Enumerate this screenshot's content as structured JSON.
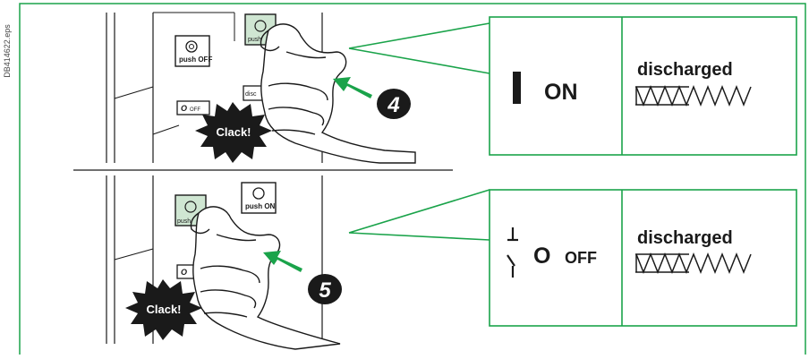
{
  "figure_ref": "DB414622.eps",
  "colors": {
    "frame_green": "#1aa34a",
    "arrow_green": "#1aa34a",
    "button_green": "#cfe6d2",
    "clack_fill": "#1a1a1a",
    "number_badge_fill": "#1a1a1a",
    "ink": "#1a1a1a"
  },
  "steps": [
    {
      "step_number": "4",
      "clack": "Clack!",
      "buttons": {
        "left_label": "push OFF",
        "right_label": "push ON",
        "highlighted": "push ON",
        "lower_left": "O OFF",
        "lower_right": "discharged"
      },
      "state_symbol": "I",
      "state_label": "ON",
      "spring_label": "discharged",
      "spring_icon": "discharged-spring-icon"
    },
    {
      "step_number": "5",
      "clack": "Clack!",
      "buttons": {
        "left_label": "push OFF",
        "right_label": "push ON",
        "highlighted": "push OFF",
        "lower_left": "O",
        "lower_right": ""
      },
      "state_symbol_icon": "open-switch-icon",
      "state_symbol": "O",
      "state_label": "OFF",
      "spring_label": "discharged",
      "spring_icon": "discharged-spring-icon"
    }
  ]
}
